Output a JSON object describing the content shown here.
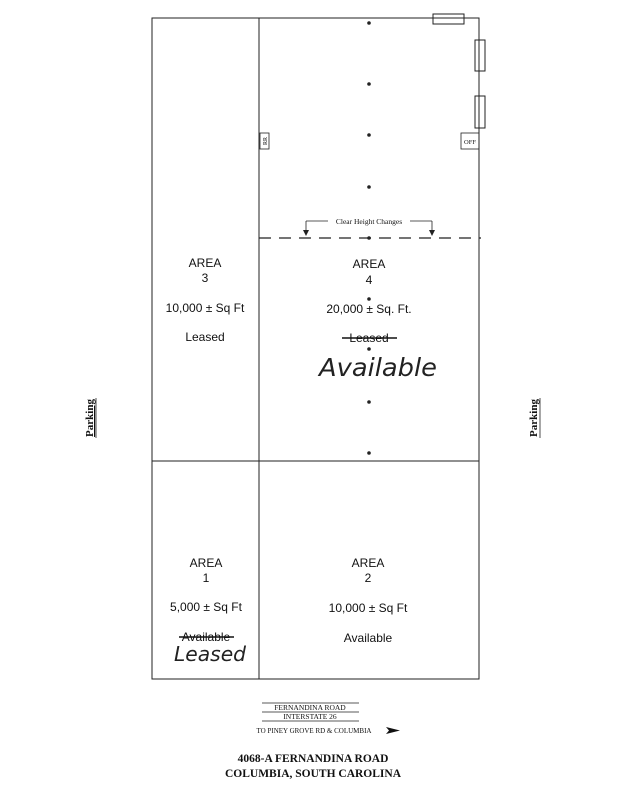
{
  "areas": {
    "a3": {
      "name": "AREA",
      "number": "3",
      "size": "10,000 ± Sq Ft",
      "status": "Leased"
    },
    "a4": {
      "name": "AREA",
      "number": "4",
      "size": "20,000 ± Sq. Ft.",
      "old_status": "Leased",
      "new_status": "Available"
    },
    "a1": {
      "name": "AREA",
      "number": "1",
      "size": "5,000 ± Sq Ft",
      "old_status": "Available",
      "new_status": "Leased"
    },
    "a2": {
      "name": "AREA",
      "number": "2",
      "size": "10,000 ± Sq Ft",
      "status": "Available"
    }
  },
  "labels": {
    "rr": "RR",
    "off": "OFF",
    "clear_height": "Clear Height Changes",
    "parking_left": "Parking",
    "parking_right": "Parking"
  },
  "road": {
    "line1": "FERNANDINA ROAD",
    "line2": "INTERSTATE 26",
    "direction": "TO PINEY GROVE RD & COLUMBIA"
  },
  "address": {
    "line1": "4068-A FERNANDINA ROAD",
    "line2": "COLUMBIA, SOUTH CAROLINA"
  }
}
